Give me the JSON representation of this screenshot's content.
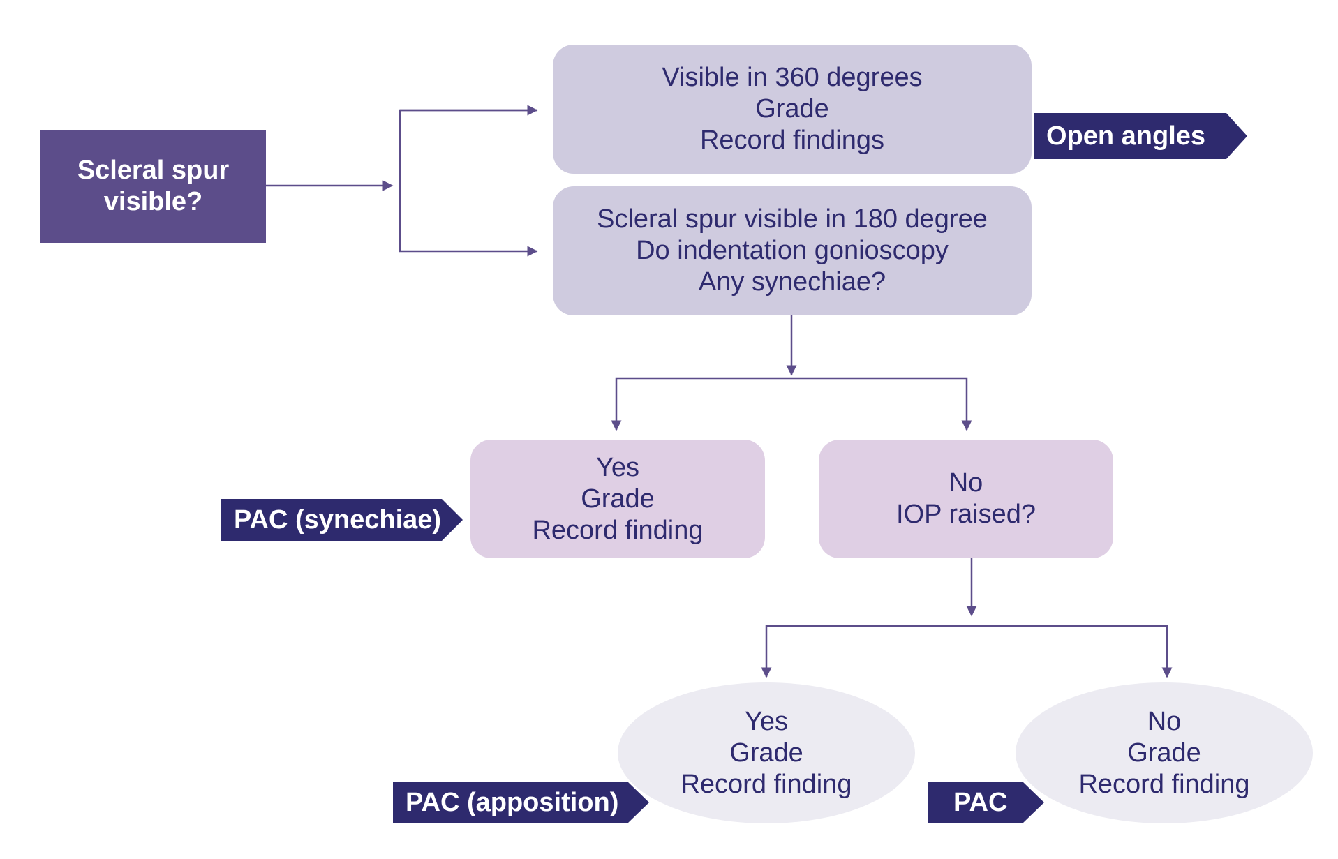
{
  "colors": {
    "start_bg": "#5c4d8a",
    "box1_bg": "#cfcbdf",
    "box2_bg": "#dfcfe4",
    "ellipse_bg": "#ecebf2",
    "tag_bg": "#2e2a6e",
    "text": "#2e2a6e",
    "connector": "#5c4d8a"
  },
  "nodes": {
    "start": {
      "lines": [
        "Scleral spur",
        "visible?"
      ]
    },
    "visible_360": {
      "lines": [
        "Visible in 360 degrees",
        "Grade",
        "Record findings"
      ]
    },
    "visible_180": {
      "lines": [
        "Scleral spur visible in 180 degree",
        "Do indentation gonioscopy",
        "Any synechiae?"
      ]
    },
    "synechiae_yes": {
      "lines": [
        "Yes",
        "Grade",
        "Record finding"
      ]
    },
    "synechiae_no": {
      "lines": [
        "No",
        "IOP raised?"
      ]
    },
    "iop_yes": {
      "lines": [
        "Yes",
        "Grade",
        "Record finding"
      ]
    },
    "iop_no": {
      "lines": [
        "No",
        "Grade",
        "Record finding"
      ]
    }
  },
  "tags": {
    "open_angles": "Open angles",
    "pac_synechiae": "PAC (synechiae)",
    "pac_apposition": "PAC (apposition)",
    "pac": "PAC"
  }
}
